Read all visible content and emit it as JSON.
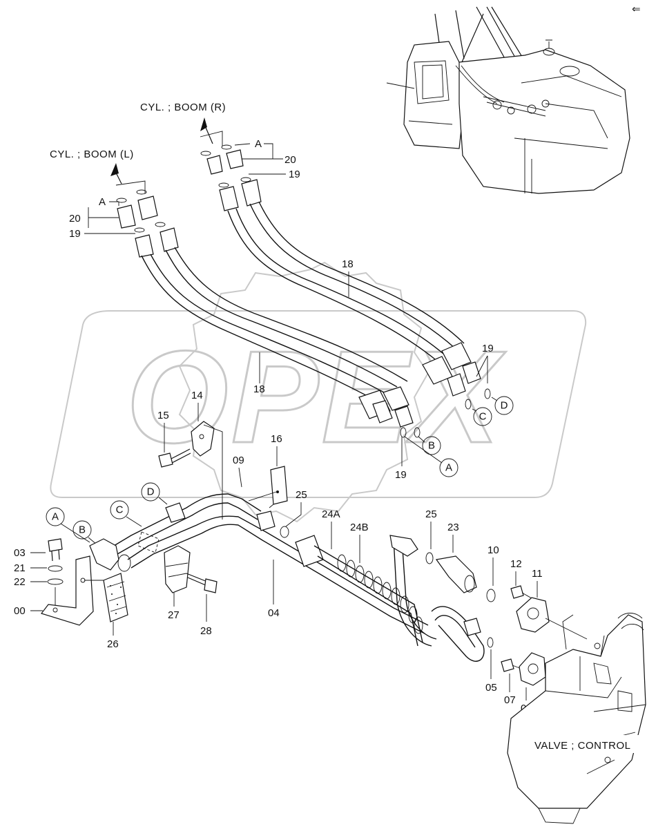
{
  "watermark": {
    "text": "OPEX"
  },
  "destinations": {
    "boom_left": "CYL. ; BOOM (L)",
    "boom_right": "CYL. ; BOOM (R)",
    "valve": "VALVE ; CONTROL"
  },
  "callouts": {
    "a": "A",
    "b": "B",
    "c": "C",
    "d": "D"
  },
  "part_numbers": {
    "p00": "00",
    "p03": "03",
    "p04": "04",
    "p05": "05",
    "p06": "06",
    "p07": "07",
    "p09": "09",
    "p10": "10",
    "p11": "11",
    "p12": "12",
    "p14": "14",
    "p15": "15",
    "p16": "16",
    "p18": "18",
    "p19": "19",
    "p20": "20",
    "p21": "21",
    "p22": "22",
    "p23": "23",
    "p24a": "24A",
    "p24b": "24B",
    "p25": "25",
    "p26": "26",
    "p27": "27",
    "p28": "28"
  }
}
